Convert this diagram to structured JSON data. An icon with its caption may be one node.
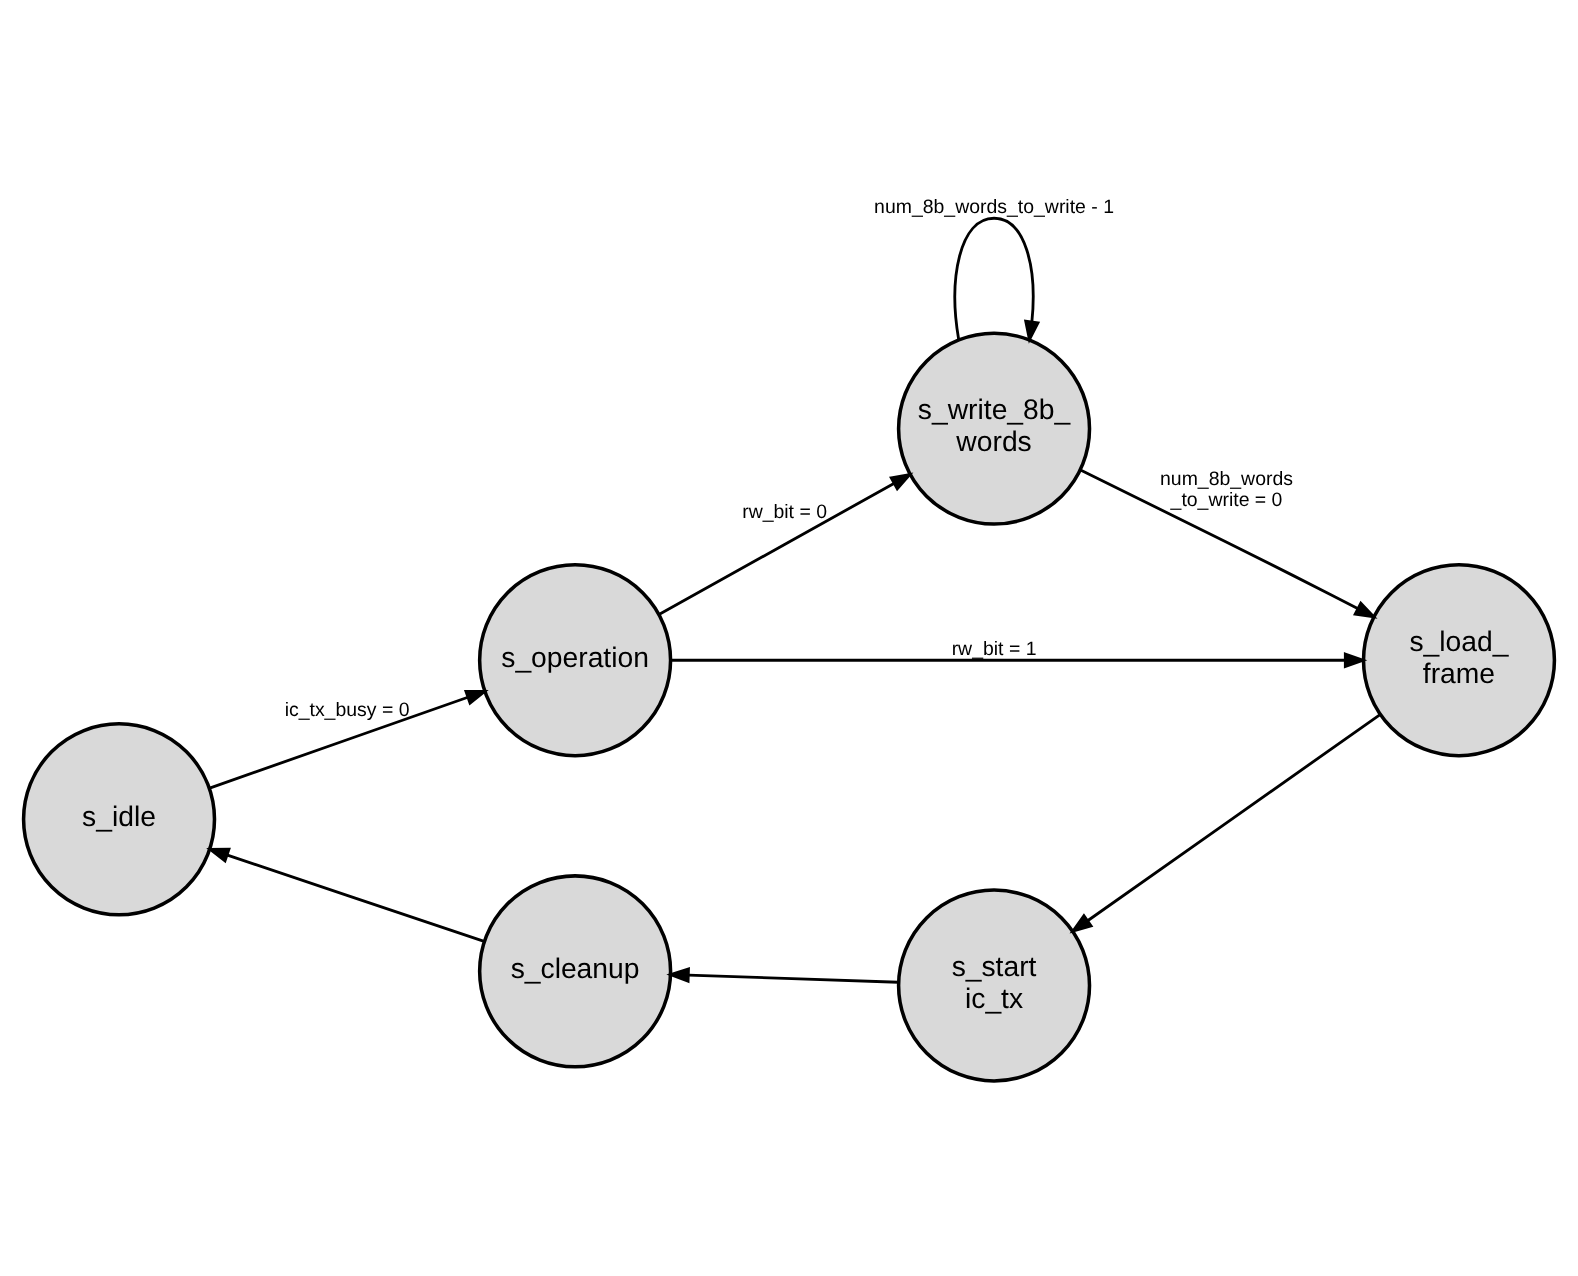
{
  "diagram": {
    "nodes": [
      {
        "text": [
          "s_idle"
        ]
      },
      {
        "text": [
          "s_operation"
        ]
      },
      {
        "text": [
          "s_write_8b_ words"
        ]
      },
      {
        "text": [
          "s_load_ frame"
        ]
      },
      {
        "text": [
          "s_start ic_tx"
        ]
      },
      {
        "text": [
          "s_cleanup"
        ]
      }
    ],
    "edges": [
      {
        "from": 0,
        "to": 1,
        "arrow": "to",
        "label": "ic_tx_busy = 0"
      },
      {
        "from": 1,
        "to": 2,
        "arrow": "to",
        "label": "rw_bit = 0"
      },
      {
        "from": 2,
        "to": 2,
        "arrow": "to",
        "label": "num_8b_words_to_write - 1"
      },
      {
        "from": 2,
        "to": 3,
        "arrow": "to",
        "label": "num_8b_words _to_write = 0"
      },
      {
        "from": 1,
        "to": 3,
        "arrow": "to",
        "label": "rw_bit = 1"
      },
      {
        "from": 3,
        "to": 4,
        "arrow": "to"
      },
      {
        "from": 4,
        "to": 5,
        "arrow": "to"
      },
      {
        "from": 5,
        "to": 0,
        "arrow": "to"
      }
    ]
  }
}
